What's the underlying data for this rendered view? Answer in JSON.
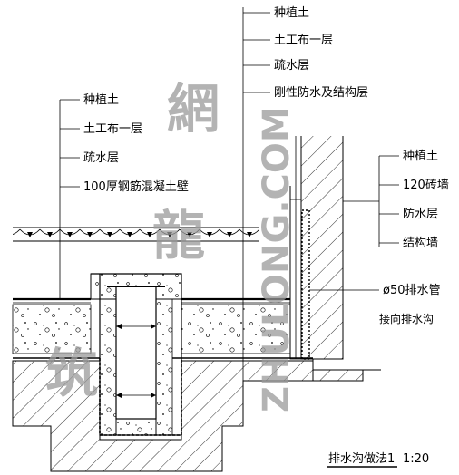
{
  "left_callouts": [
    "种植土",
    "土工布一层",
    "疏水层",
    "100厚钢筋混凝土壁"
  ],
  "top_callouts": [
    "种植土",
    "土工布一层",
    "疏水层",
    "刚性防水及结构层"
  ],
  "right_callouts": [
    "种植土",
    "120砖墙",
    "防水层",
    "结构墙"
  ],
  "pipe_callout": [
    "ø50排水管",
    "接向排水沟"
  ],
  "title": "排水沟做法1",
  "scale": "1:20",
  "watermark": {
    "cn": [
      "筑",
      "龍",
      "網"
    ],
    "en": "ZHULONG.COM"
  },
  "colors": {
    "line": "#000000",
    "watermark": "#9a9a9a"
  }
}
